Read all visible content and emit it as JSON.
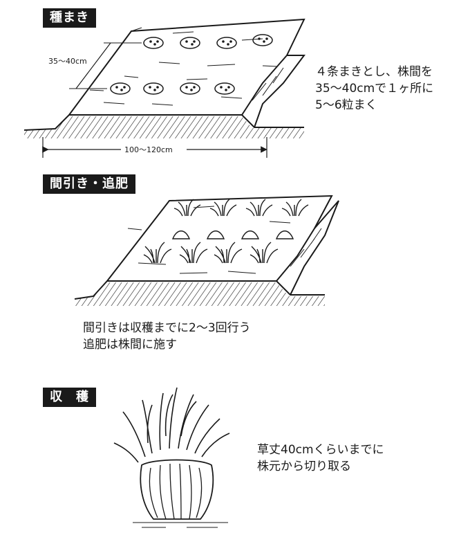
{
  "sections": {
    "sowing": {
      "title": "種まき",
      "dim_spacing": "35～40cm",
      "dim_width": "100～120cm",
      "note_lines": [
        "４条まきとし、株間を",
        "35～40cmで１ヶ所に",
        "5～6粒まく"
      ]
    },
    "thinning": {
      "title": "間引き・追肥",
      "note_lines": [
        "間引きは収穫までに2～3回行う",
        "追肥は株間に施す"
      ]
    },
    "harvest": {
      "title": "収　穫",
      "note_lines": [
        "草丈40cmくらいまでに",
        "株元から切り取る"
      ]
    }
  },
  "colors": {
    "ink": "#1a1a1a",
    "paper": "#ffffff"
  }
}
